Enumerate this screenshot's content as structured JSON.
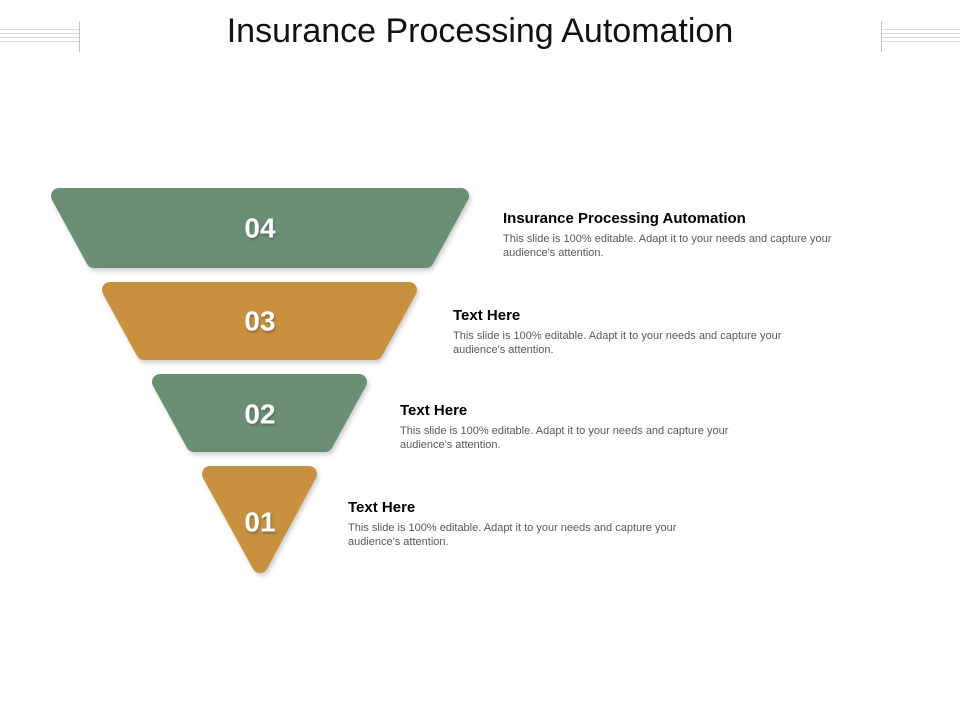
{
  "slide": {
    "title": "Insurance Processing Automation"
  },
  "colors": {
    "green": "#6B8F74",
    "orange": "#C8913E",
    "number_text": "#ffffff",
    "heading_text": "#000000",
    "body_text": "#595959",
    "title_text": "#111111",
    "ornament_line": "#d9d9d9"
  },
  "funnel": {
    "levels": [
      {
        "number": "04",
        "color": "green",
        "heading": "Insurance Processing Automation",
        "body": "This slide is 100% editable. Adapt it to your needs and capture your audience's attention."
      },
      {
        "number": "03",
        "color": "orange",
        "heading": "Text Here",
        "body": "This slide is 100% editable. Adapt it to your needs and capture your audience's attention."
      },
      {
        "number": "02",
        "color": "green",
        "heading": "Text Here",
        "body": "This slide is 100% editable. Adapt it to your needs and capture your audience's attention."
      },
      {
        "number": "01",
        "color": "orange",
        "heading": "Text Here",
        "body": "This slide is 100% editable. Adapt it to your needs and capture your audience's attention."
      }
    ]
  }
}
